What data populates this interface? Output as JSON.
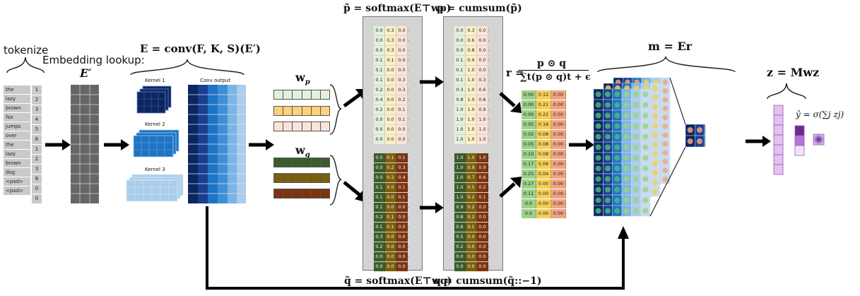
{
  "labels": {
    "tokenize": "tokenize",
    "embedding_lookup": "Embedding lookup:",
    "e_prime": "E′",
    "conv_eq": "E = conv(F, K, S)(E′)",
    "kernel1": "Kernel 1",
    "kernel2": "Kernel 2",
    "kernel3": "Kernel 3",
    "conv_output": "Conv output",
    "wp": "w",
    "wp_sub": "p",
    "wq": "w",
    "wq_sub": "q",
    "ptilde_eq": "p̃ = softmax(E⊤wp)",
    "p_eq": "p = cumsum(p̃)",
    "qtilde_eq": "q̃ = softmax(E⊤wq)",
    "q_eq": "q = cumsum(q̃::−1)",
    "r_eq_num": "p ⊙ q",
    "r_eq_lhs": "r =",
    "r_eq_den": "∑t(p ⊙ q)t + ϵ",
    "m_eq": "m = Er",
    "z_eq": "z = Mwz",
    "yhat_eq": "ŷ = σ(∑j zj)"
  },
  "tokens": [
    "the",
    "lazy",
    "brown",
    "fox",
    "jumps",
    "over",
    "the",
    "lazy",
    "brown",
    "dog",
    "<pad>",
    "<pad>"
  ],
  "token_ids": [
    "1",
    "2",
    "3",
    "4",
    "5",
    "6",
    "1",
    "2",
    "3",
    "8",
    "0",
    "0"
  ],
  "ptilde": [
    [
      "0.0",
      "0.3",
      "0.0"
    ],
    [
      "0.0",
      "0.3",
      "0.0"
    ],
    [
      "0.0",
      "0.3",
      "0.0"
    ],
    [
      "0.1",
      "0.1",
      "0.0"
    ],
    [
      "0.1",
      "0.0",
      "0.0"
    ],
    [
      "0.1",
      "0.0",
      "0.3"
    ],
    [
      "0.2",
      "0.0",
      "0.3"
    ],
    [
      "0.4",
      "0.0",
      "0.2"
    ],
    [
      "0.2",
      "0.0",
      "0.1"
    ],
    [
      "0.0",
      "0.0",
      "0.1"
    ],
    [
      "0.0",
      "0.0",
      "0.0"
    ],
    [
      "0.0",
      "0.0",
      "0.0"
    ]
  ],
  "p": [
    [
      "0.0",
      "0.3",
      "0.0"
    ],
    [
      "0.0",
      "0.6",
      "0.0"
    ],
    [
      "0.0",
      "0.8",
      "0.0"
    ],
    [
      "0.1",
      "0.9",
      "0.0"
    ],
    [
      "0.1",
      "1.0",
      "0.0"
    ],
    [
      "0.1",
      "1.0",
      "0.3"
    ],
    [
      "0.3",
      "1.0",
      "0.6"
    ],
    [
      "0.8",
      "1.0",
      "0.8"
    ],
    [
      "1.0",
      "1.0",
      "0.9"
    ],
    [
      "1.0",
      "1.0",
      "1.0"
    ],
    [
      "1.0",
      "1.0",
      "1.0"
    ],
    [
      "1.0",
      "1.0",
      "1.0"
    ]
  ],
  "qtilde": [
    [
      "0.0",
      "0.1",
      "0.1"
    ],
    [
      "0.0",
      "0.2",
      "0.3"
    ],
    [
      "0.0",
      "0.2",
      "0.4"
    ],
    [
      "0.1",
      "0.0",
      "0.1"
    ],
    [
      "0.1",
      "0.0",
      "0.1"
    ],
    [
      "0.1",
      "0.0",
      "0.0"
    ],
    [
      "0.2",
      "0.1",
      "0.0"
    ],
    [
      "0.1",
      "0.1",
      "0.0"
    ],
    [
      "0.3",
      "0.0",
      "0.0"
    ],
    [
      "0.2",
      "0.0",
      "0.0"
    ],
    [
      "0.0",
      "0.0",
      "0.0"
    ],
    [
      "0.0",
      "0.0",
      "0.0"
    ]
  ],
  "q": [
    [
      "1.0",
      "1.0",
      "1.0"
    ],
    [
      "1.0",
      "0.9",
      "0.9"
    ],
    [
      "1.0",
      "0.7",
      "0.6"
    ],
    [
      "1.0",
      "0.5",
      "0.2"
    ],
    [
      "1.0",
      "0.2",
      "0.1"
    ],
    [
      "0.9",
      "0.2",
      "0.0"
    ],
    [
      "0.8",
      "0.2",
      "0.0"
    ],
    [
      "0.6",
      "0.1",
      "0.0"
    ],
    [
      "0.5",
      "0.0",
      "0.0"
    ],
    [
      "0.2",
      "0.0",
      "0.0"
    ],
    [
      "0.0",
      "0.0",
      "0.0"
    ],
    [
      "0.0",
      "0.0",
      "0.0"
    ]
  ],
  "r": [
    [
      "0.00",
      "0.12",
      "0.00"
    ],
    [
      "0.00",
      "0.21",
      "0.00"
    ],
    [
      "0.00",
      "0.22",
      "0.00"
    ],
    [
      "0.05",
      "0.18",
      "0.00"
    ],
    [
      "0.05",
      "0.08",
      "0.00"
    ],
    [
      "0.05",
      "0.08",
      "0.00"
    ],
    [
      "0.10",
      "0.08",
      "0.00"
    ],
    [
      "0.17",
      "0.08",
      "0.00"
    ],
    [
      "0.25",
      "0.04",
      "0.00"
    ],
    [
      "0.27",
      "0.00",
      "0.00"
    ],
    [
      "0.11",
      "0.00",
      "0.00"
    ],
    [
      "0.0",
      "0.00",
      "0.00"
    ],
    [
      "0.0",
      "0.00",
      "0.00"
    ]
  ],
  "colors": {
    "ptilde_cols": [
      "#e3f1dc",
      "#fdefc4",
      "#fbe3da"
    ],
    "qtilde_cols": [
      "#3a5d2b",
      "#7a5f0e",
      "#7d3311"
    ],
    "r_cols": [
      "#9ed08a",
      "#f5cf58",
      "#f0a582"
    ],
    "conv_blues": [
      "#0d2560",
      "#1a3f8f",
      "#1f73c4",
      "#7ab5e3",
      "#a9cdeb"
    ],
    "z_purple": "#e2c2ee",
    "yhat_purple": "#7a3aa0"
  }
}
